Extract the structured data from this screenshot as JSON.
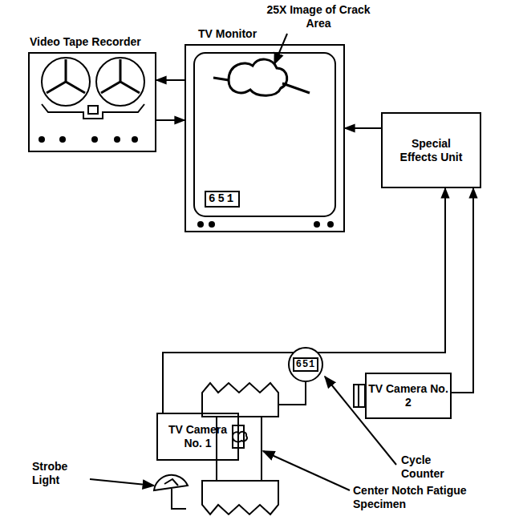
{
  "diagram": {
    "nodes": [
      {
        "text": [
          "Video Tape Recorder"
        ]
      },
      {
        "text": [
          "TV Monitor"
        ]
      },
      {
        "text": [
          "Special Effects Unit"
        ]
      },
      {
        "text": [
          "651"
        ]
      },
      {
        "text": [
          "TV Camera No. 2"
        ]
      },
      {
        "text": [
          "TV Camera No. 1"
        ]
      }
    ],
    "edges": [
      {
        "from": 1,
        "to": 0,
        "arrow": "to"
      },
      {
        "from": 0,
        "to": 1,
        "arrow": "to"
      },
      {
        "from": 2,
        "to": 1,
        "arrow": "to"
      },
      {
        "from": 5,
        "to": 2,
        "arrow": "to"
      },
      {
        "from": 4,
        "to": 2,
        "arrow": "to"
      }
    ],
    "labels": [
      "25X Image of Crack Area",
      "651",
      "Cycle Counter",
      "Center Notch Fatigue Specimen",
      "Strobe Light"
    ]
  }
}
